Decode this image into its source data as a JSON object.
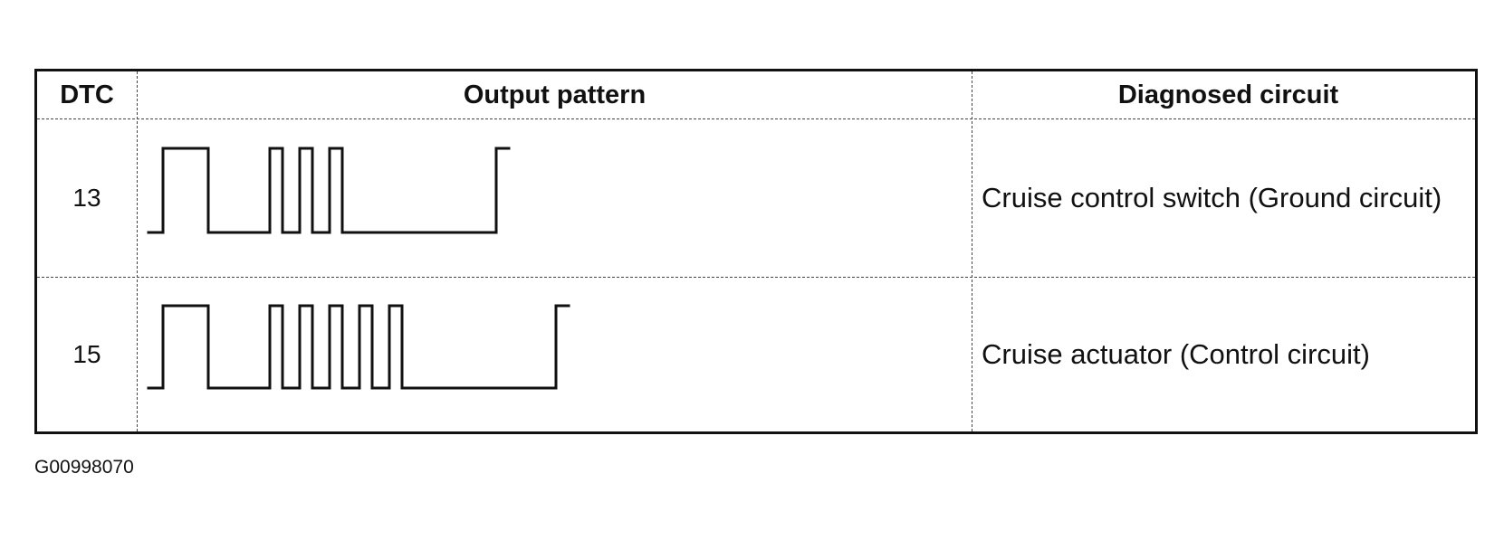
{
  "table": {
    "headers": {
      "dtc": "DTC",
      "pattern": "Output pattern",
      "circuit": "Diagnosed circuit"
    },
    "rows": [
      {
        "dtc": "13",
        "circuit": "Cruise control switch (Ground circuit)",
        "pulse_groups": [
          1,
          3
        ]
      },
      {
        "dtc": "15",
        "circuit": "Cruise actuator (Control circuit)",
        "pulse_groups": [
          1,
          5
        ]
      }
    ]
  },
  "figure_id": "G00998070"
}
